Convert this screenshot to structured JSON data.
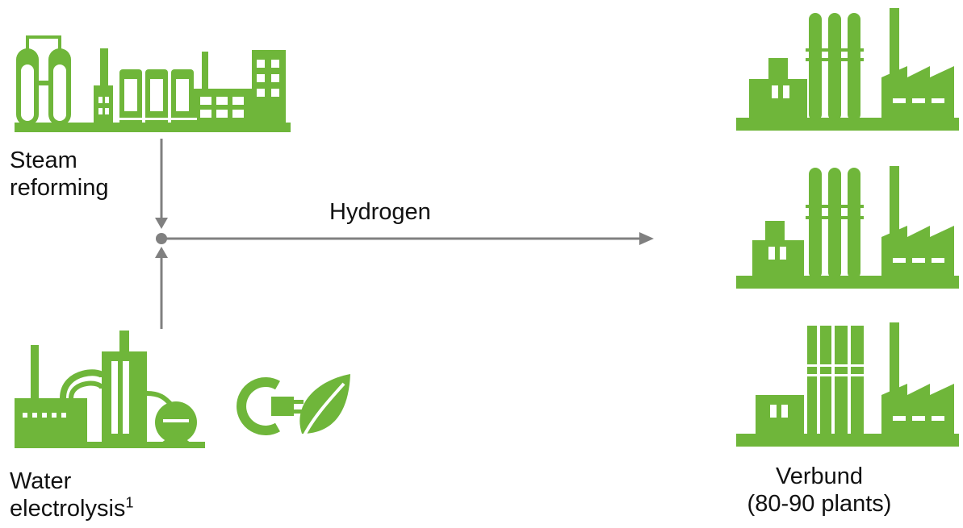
{
  "colors": {
    "green": "#6fb63a",
    "arrow": "#808080",
    "text": "#111111",
    "background": "#ffffff"
  },
  "sources": {
    "steam": {
      "line1": "Steam",
      "line2": "reforming",
      "icon": "chemical-plant-icon"
    },
    "water": {
      "line1": "Water",
      "line2": "electrolysis",
      "footnote": "1",
      "icon": "electrolysis-plant-icon",
      "renewable_icon": "plug-leaf-icon"
    }
  },
  "flow": {
    "label": "Hydrogen"
  },
  "target": {
    "line1": "Verbund",
    "line2": "(80-90 plants)",
    "icon": "factory-icon"
  }
}
